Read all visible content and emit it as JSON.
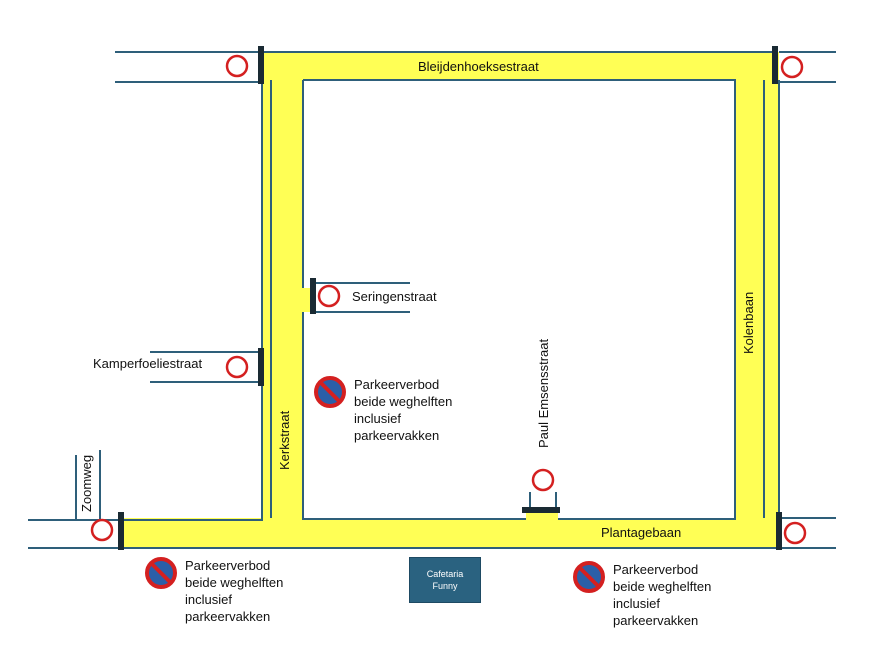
{
  "streets": {
    "top": "Bleijdenhoeksestraat",
    "right": "Kolenbaan",
    "left": "Kerkstraat",
    "bottom": "Plantagebaan",
    "side_upper": "Seringenstraat",
    "side_left": "Kamperfoeliestraat",
    "far_left": "Zoomweg",
    "center_vertical": "Paul Emsensstraat"
  },
  "notes": [
    {
      "text": "Parkeerverbod\nbeide weghelften\ninclusief\nparkeervakken",
      "icon": "no-parking-sign"
    },
    {
      "text": "Parkeerverbod\nbeide weghelften\ninclusief\nparkeervakken",
      "icon": "no-parking-sign"
    },
    {
      "text": "Parkeerverbod\nbeide weghelften\ninclusief\nparkeervakken",
      "icon": "no-parking-sign"
    }
  ],
  "cafe": {
    "line1": "Cafetaria",
    "line2": "Funny"
  },
  "colors": {
    "zone": "#ffff55",
    "road_line": "#2e5f7a",
    "barrier": "#1a2a33",
    "no_entry": "#d42020",
    "no_parking_blue": "#2b5fa8",
    "no_parking_red": "#d42020",
    "cafe": "#2a6280"
  }
}
